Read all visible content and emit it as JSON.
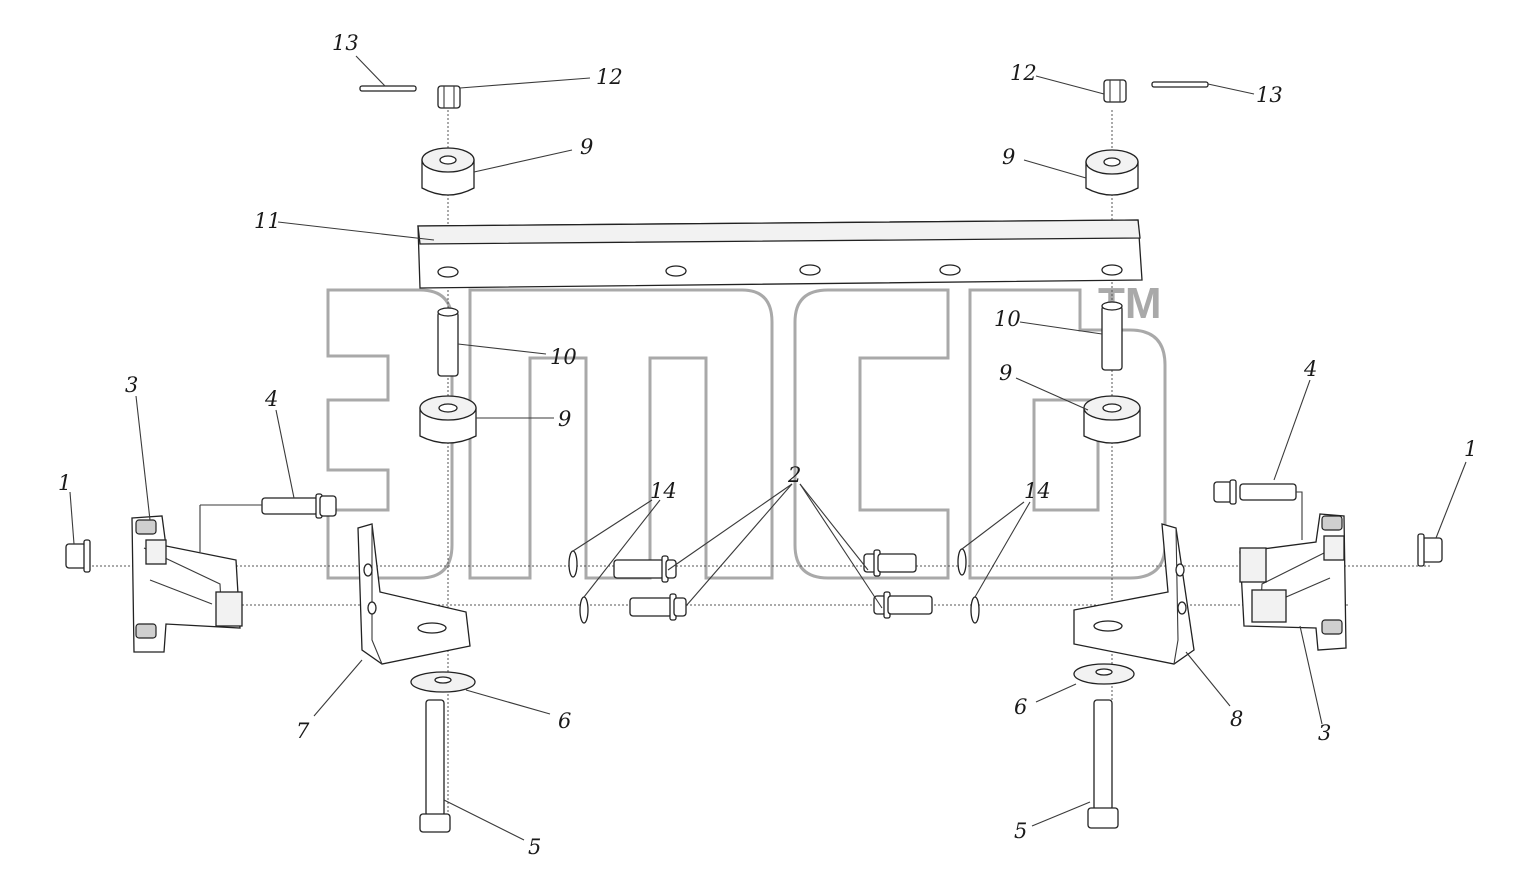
{
  "watermark": {
    "text": "ЭПСБ",
    "trademark": "TM",
    "color": "#a9a9a9"
  },
  "labels": {
    "l1a": "1",
    "l1b": "1",
    "l2": "2",
    "l3a": "3",
    "l3b": "3",
    "l4a": "4",
    "l4b": "4",
    "l5a": "5",
    "l5b": "5",
    "l6a": "6",
    "l6b": "6",
    "l7": "7",
    "l8": "8",
    "l9a": "9",
    "l9b": "9",
    "l9c": "9",
    "l9d": "9",
    "l10a": "10",
    "l10b": "10",
    "l11": "11",
    "l12a": "12",
    "l12b": "12",
    "l13a": "13",
    "l13b": "13",
    "l14a": "14",
    "l14b": "14"
  }
}
